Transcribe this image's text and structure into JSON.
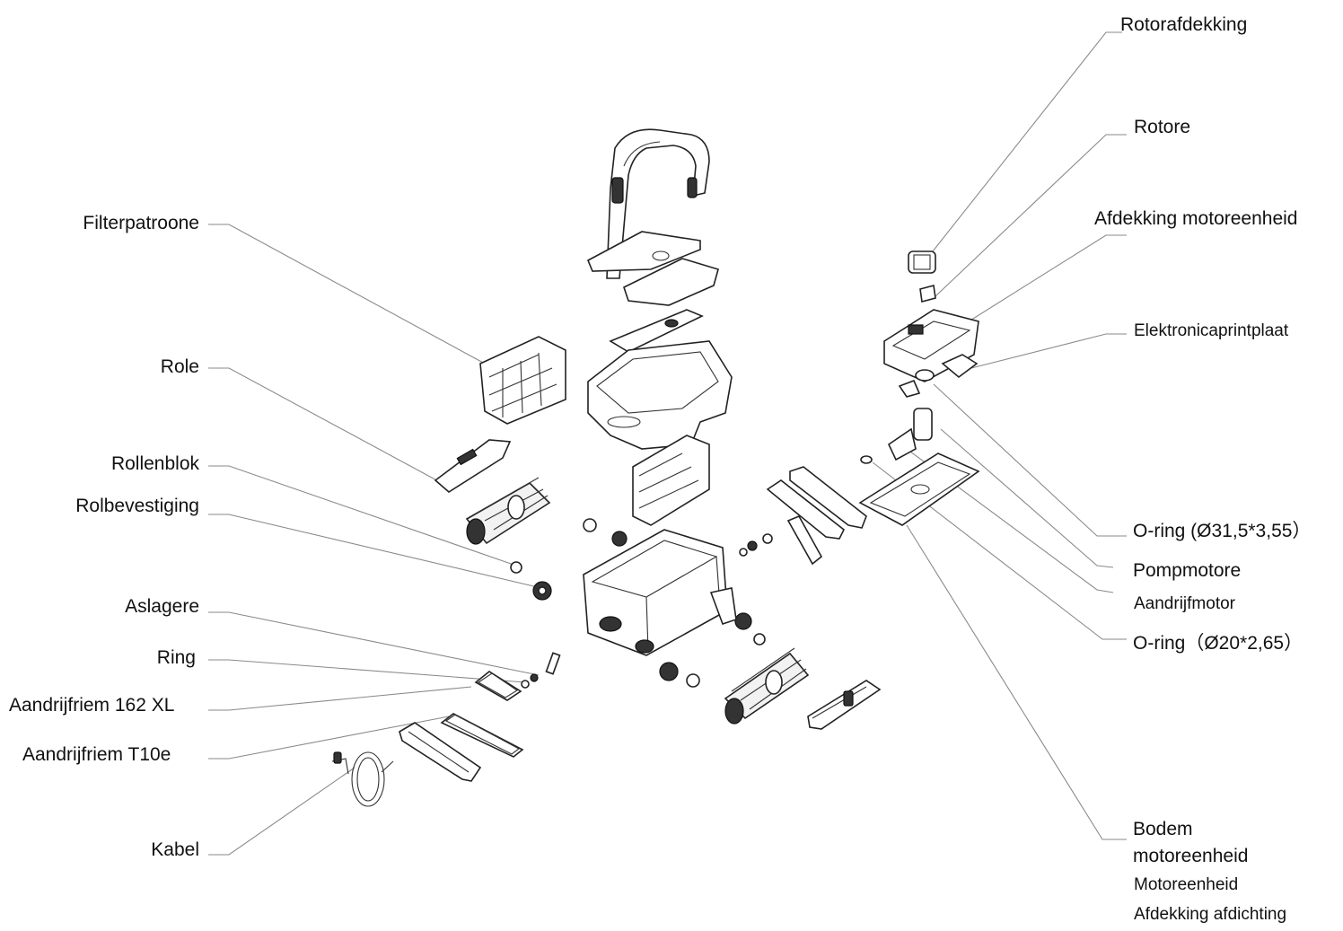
{
  "labels": {
    "rotorafdekking": "Rotorafdekking",
    "rotore": "Rotore",
    "afdekking_motoreenheid": "Afdekking motoreenheid",
    "elektronicaprintplaat": "Elektronicaprintplaat",
    "filterpatroone": "Filterpatroone",
    "role": "Role",
    "rollenblok": "Rollenblok",
    "rolbevestiging": "Rolbevestiging",
    "aslagere": "Aslagere",
    "ring": "Ring",
    "aandrijfriem_162xl": "Aandrijfriem 162 XL",
    "aandrijfriem_t10e": "Aandrijfriem T10e",
    "kabel": "Kabel",
    "oring_31": "O-ring (Ø31,5*3,55）",
    "pompmotore": "Pompmotore",
    "aandrijfmotor": "Aandrijfmotor",
    "oring_20": "O-ring（Ø20*2,65）",
    "bodem": "Bodem",
    "motoreenheid_1": "motoreenheid",
    "motoreenheid_2": "Motoreenheid",
    "afdekking_afdichting": "Afdekking afdichting"
  }
}
